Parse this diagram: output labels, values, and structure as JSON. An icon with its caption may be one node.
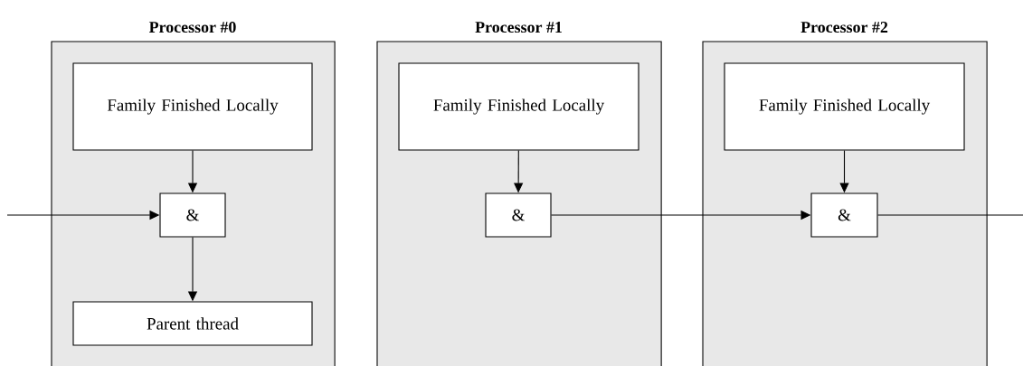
{
  "diagram": {
    "nodes": [
      {
        "text": [
          "Processor #0"
        ]
      },
      {
        "text": [
          "Family Finished Locally"
        ],
        "in": 0
      },
      {
        "text": [
          "&"
        ],
        "in": 0
      },
      {
        "text": [
          "Parent thread"
        ],
        "in": 0
      },
      {
        "text": [
          "Processor #1"
        ]
      },
      {
        "text": [
          "Family Finished Locally"
        ],
        "in": 4
      },
      {
        "text": [
          "&"
        ],
        "in": 4
      },
      {
        "text": [
          "Processor #2"
        ]
      },
      {
        "text": [
          "Family Finished Locally"
        ],
        "in": 7
      },
      {
        "text": [
          "&"
        ],
        "in": 7
      }
    ],
    "edges": [
      {
        "from": null,
        "to": 2,
        "arrow": "to"
      },
      {
        "from": 1,
        "to": 2,
        "arrow": "to"
      },
      {
        "from": 2,
        "to": 3,
        "arrow": "to"
      },
      {
        "from": 5,
        "to": 6,
        "arrow": "to"
      },
      {
        "from": 6,
        "to": 9,
        "arrow": "to"
      },
      {
        "from": 8,
        "to": 9,
        "arrow": "to"
      },
      {
        "from": 9,
        "to": null,
        "arrow": "none"
      }
    ]
  }
}
